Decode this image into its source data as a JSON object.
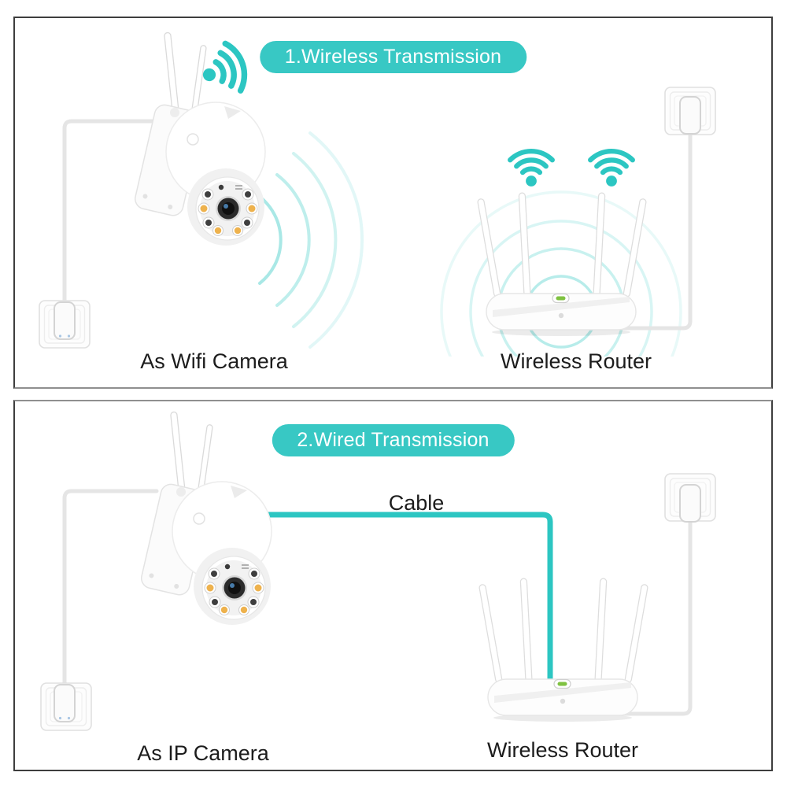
{
  "theme": {
    "banner_teal": "#38c8c4",
    "icon_teal": "#2cc6c2",
    "ripple_teal": "#6fd9d5",
    "cable_teal": "#2cc6c2",
    "cable_gray": "#e5e5e5",
    "ink": "#1c1c1c",
    "panel_border": "#3e3e3e",
    "panel_border_mid": "#8f8f8f",
    "led_amber": "#eeb24d",
    "led_green": "#7fc241"
  },
  "panels": [
    {
      "banner": "1.Wireless Transmission",
      "camera_label": "As Wifi Camera",
      "router_label": "Wireless Router",
      "icons": [
        "wifi-signal-icon",
        "signal-ripples",
        "power-outlet-icon",
        "camera-illustration",
        "router-illustration",
        "power-cable"
      ]
    },
    {
      "banner": "2.Wired Transmission",
      "cable_label": "Cable",
      "camera_label": "As IP Camera",
      "router_label": "Wireless Router",
      "icons": [
        "network-cable",
        "power-outlet-icon",
        "camera-illustration",
        "router-illustration",
        "power-cable"
      ]
    }
  ]
}
